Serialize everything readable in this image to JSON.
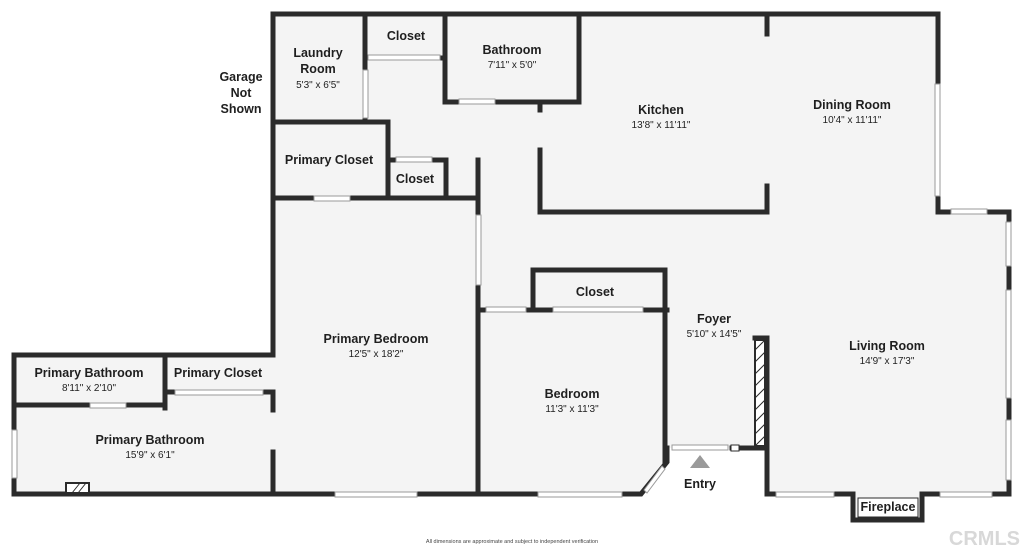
{
  "rooms": {
    "laundry": {
      "name_1": "Laundry",
      "name_2": "Room",
      "dims": "5'3\" x 6'5\""
    },
    "closet_top": {
      "name": "Closet"
    },
    "bathroom": {
      "name": "Bathroom",
      "dims": "7'11\" x 5'0\""
    },
    "kitchen": {
      "name": "Kitchen",
      "dims": "13'8\" x 11'11\""
    },
    "dining": {
      "name": "Dining Room",
      "dims": "10'4\" x 11'11\""
    },
    "primary_closet_top": {
      "name": "Primary Closet"
    },
    "closet_small": {
      "name": "Closet"
    },
    "primary_bedroom": {
      "name": "Primary Bedroom",
      "dims": "12'5\" x 18'2\""
    },
    "closet_mid": {
      "name": "Closet"
    },
    "foyer": {
      "name": "Foyer",
      "dims": "5'10\" x 14'5\""
    },
    "living": {
      "name": "Living Room",
      "dims": "14'9\" x 17'3\""
    },
    "bedroom": {
      "name": "Bedroom",
      "dims": "11'3\" x 11'3\""
    },
    "primary_bath_small": {
      "name": "Primary Bathroom",
      "dims": "8'11\" x 2'10\""
    },
    "primary_closet_left": {
      "name": "Primary Closet"
    },
    "primary_bath_large": {
      "name": "Primary Bathroom",
      "dims": "15'9\" x 6'1\""
    }
  },
  "labels": {
    "garage_1": "Garage",
    "garage_2": "Not",
    "garage_3": "Shown",
    "entry": "Entry",
    "fireplace": "Fireplace"
  },
  "footer": {
    "disclaimer": "All dimensions are approximate and subject to independent verification"
  },
  "watermark": {
    "text": "CRMLS"
  },
  "icons": [
    "entry-arrow-icon",
    "fireplace-icon",
    "hatch-icon"
  ]
}
